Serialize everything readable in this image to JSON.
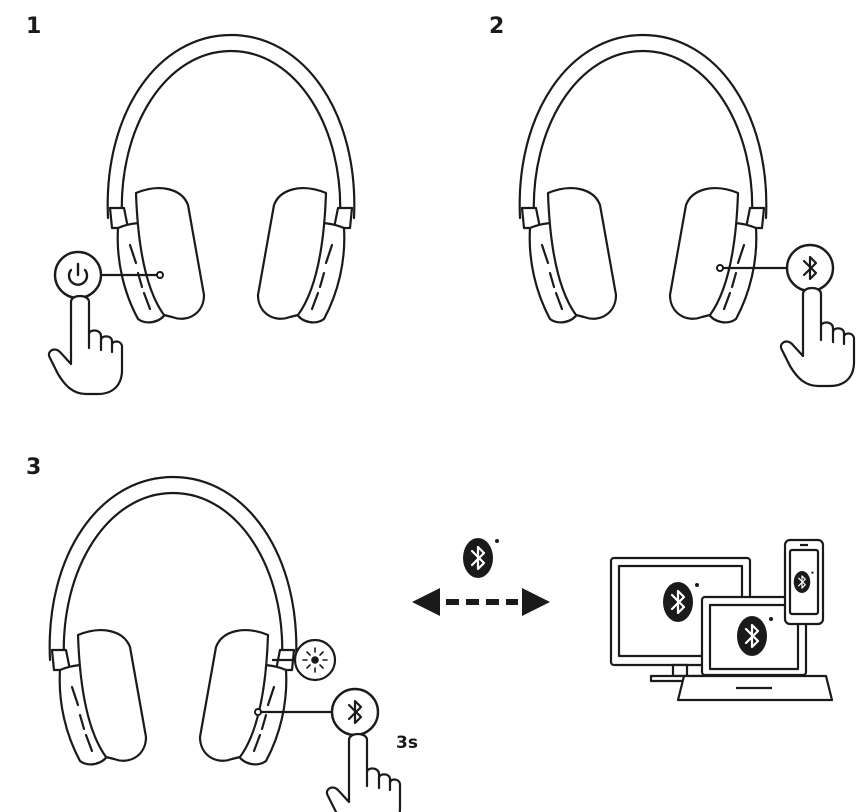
{
  "steps": [
    {
      "number": "1",
      "action_icon": "power-icon"
    },
    {
      "number": "2",
      "action_icon": "bluetooth-icon"
    },
    {
      "number": "3",
      "action_icon": "bluetooth-icon",
      "hold_duration": "3s",
      "indicator_icon": "flashing-led-icon"
    }
  ],
  "devices": [
    "monitor",
    "laptop",
    "phone"
  ],
  "colors": {
    "line": "#1a1a1a",
    "fill": "#ffffff"
  }
}
